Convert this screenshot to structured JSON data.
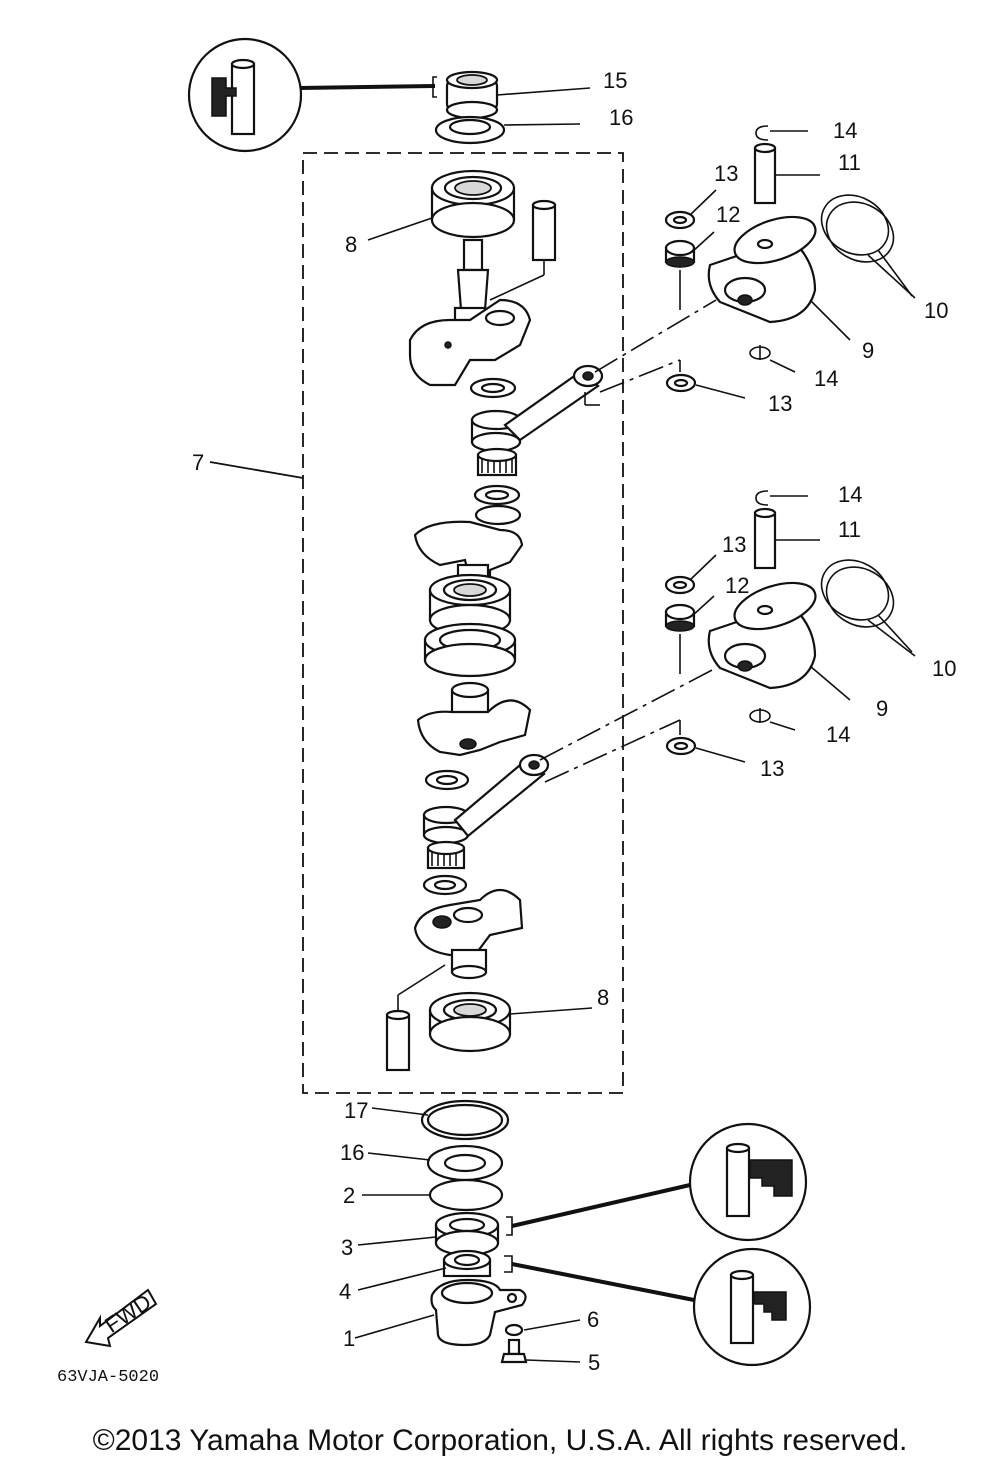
{
  "labels": {
    "p1": "1",
    "p2": "2",
    "p3": "3",
    "p4": "4",
    "p5": "5",
    "p6": "6",
    "p7": "7",
    "p8a": "8",
    "p8b": "8",
    "p9a": "9",
    "p9b": "9",
    "p10a": "10",
    "p10b": "10",
    "p11a": "11",
    "p11b": "11",
    "p12a": "12",
    "p12b": "12",
    "p13a": "13",
    "p13b": "13",
    "p13c": "13",
    "p13d": "13",
    "p14a": "14",
    "p14b": "14",
    "p14c": "14",
    "p14d": "14",
    "p15": "15",
    "p16a": "16",
    "p16b": "16",
    "p17": "17"
  },
  "direction_arrow": "FWD",
  "diagram_code": "63VJA-5020",
  "copyright": "©2013 Yamaha Motor Corporation, U.S.A. All rights reserved."
}
